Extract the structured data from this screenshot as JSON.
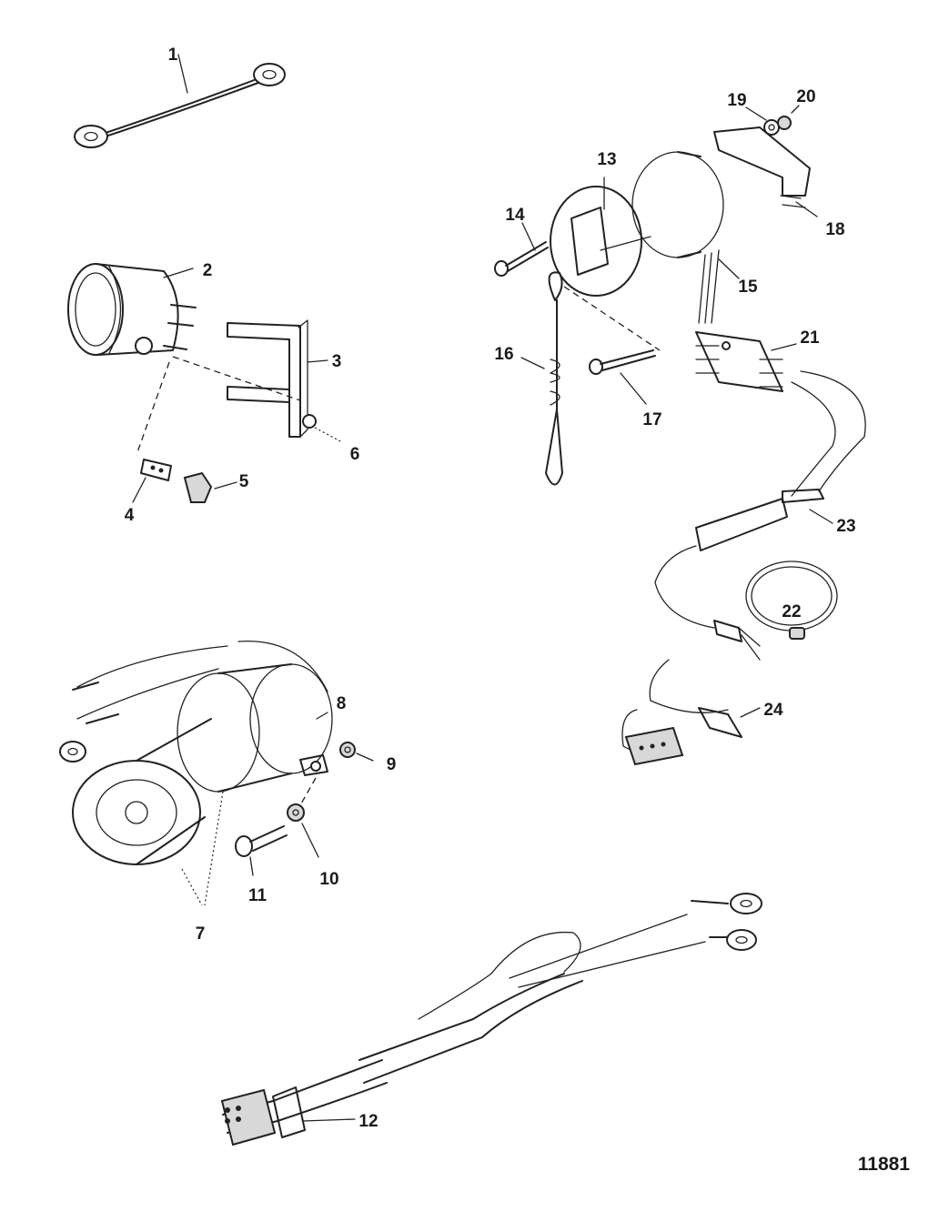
{
  "figure_number": "11881",
  "callouts": [
    "1",
    "2",
    "3",
    "4",
    "5",
    "6",
    "7",
    "8",
    "9",
    "10",
    "11",
    "12",
    "13",
    "14",
    "15",
    "16",
    "17",
    "18",
    "19",
    "20",
    "21",
    "22",
    "23",
    "24"
  ]
}
